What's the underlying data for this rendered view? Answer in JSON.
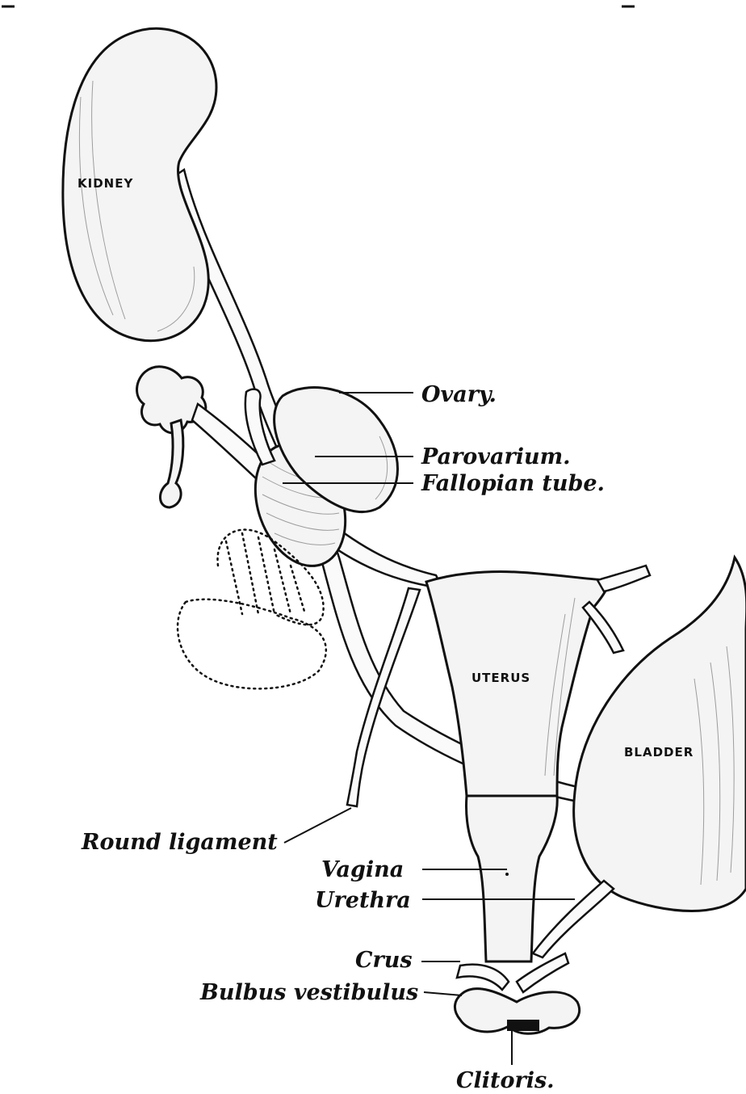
{
  "organ_labels": {
    "kidney": "KIDNEY",
    "uterus": "UTERUS",
    "bladder": "BLADDER"
  },
  "callouts": {
    "ovary": "Ovary.",
    "parovarium": "Parovarium.",
    "fallopian_tube": "Fallopian tube.",
    "round_ligament": "Round ligament",
    "vagina": "Vagina",
    "urethra": "Urethra",
    "crus": "Crus",
    "bulbus_vestibulus": "Bulbus vestibulus",
    "clitoris": "Clitoris."
  }
}
